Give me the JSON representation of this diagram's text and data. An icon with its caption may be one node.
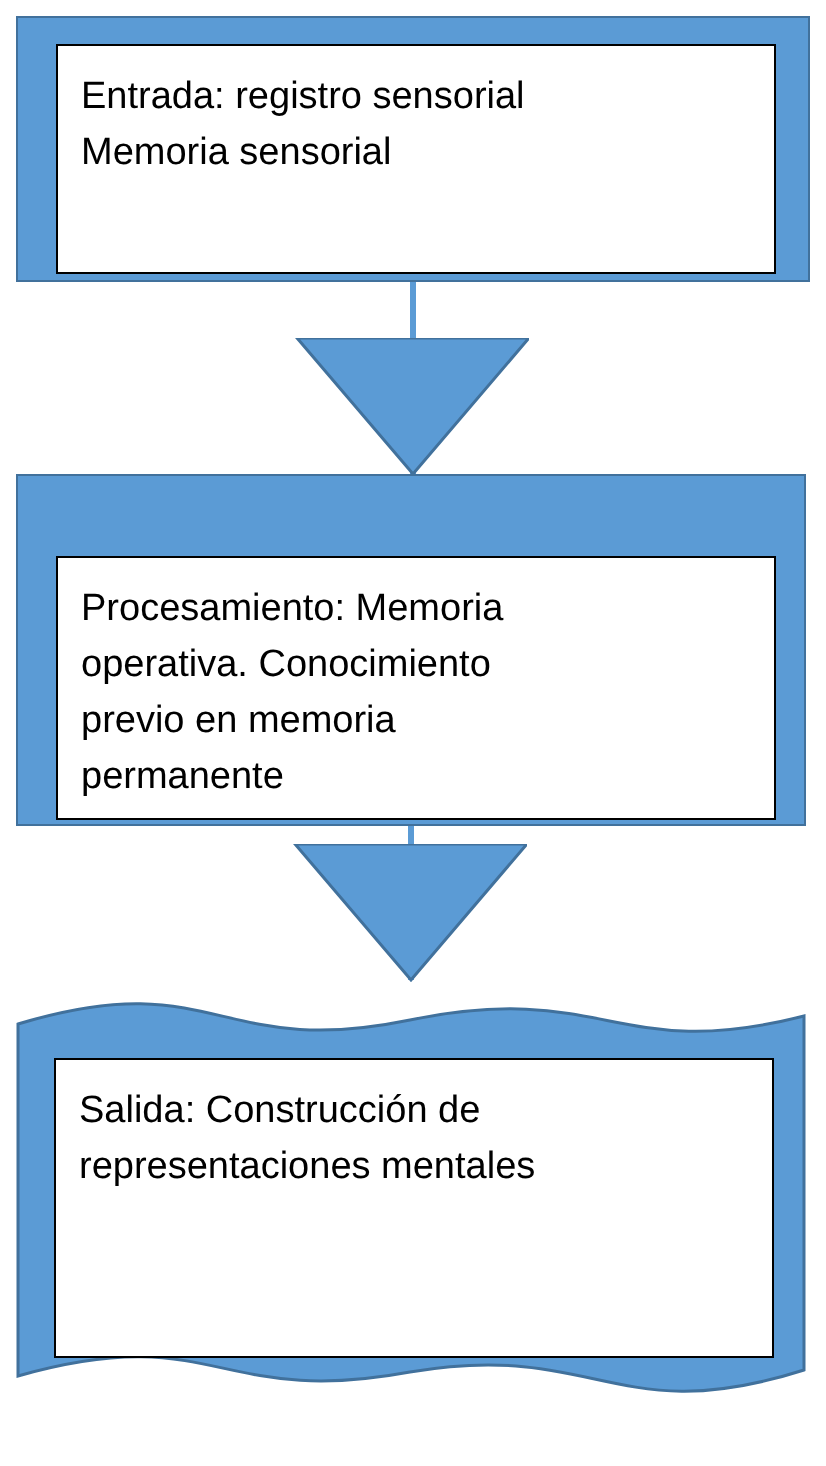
{
  "diagram": {
    "nodes": [
      {
        "text": [],
        "shape": "box"
      },
      {
        "text": [
          "Entrada: registro sensorial Memoria sensorial"
        ],
        "in": 0
      },
      {
        "text": [],
        "shape": "box"
      },
      {
        "text": [
          "Procesamiento: Memoria operativa. Conocimiento previo en memoria permanente"
        ],
        "in": 2
      },
      {
        "text": [],
        "shape": "banner"
      },
      {
        "text": [
          "Salida: Construcción de representaciones mentales"
        ],
        "in": 4
      }
    ],
    "edges": [
      {
        "from": 0,
        "to": 2,
        "arrow": "to"
      },
      {
        "from": 2,
        "to": 4,
        "arrow": "to"
      }
    ]
  }
}
